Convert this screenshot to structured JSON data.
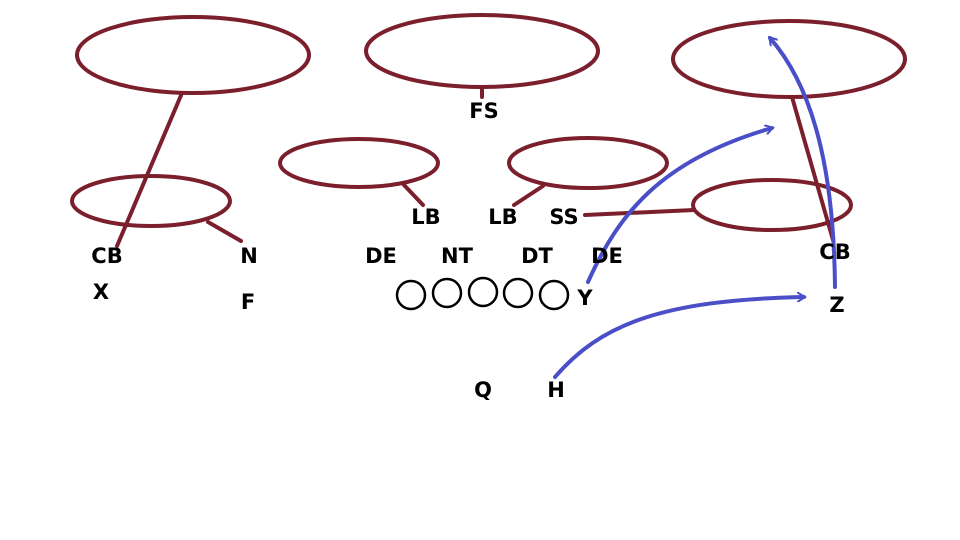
{
  "colors": {
    "coverage": "#7a1f2b",
    "route": "#4a4fc8",
    "text": "#000000",
    "background": "#ffffff"
  },
  "defense": {
    "cb_left": "CB",
    "nickel": "N",
    "free_safety": "FS",
    "lb_left": "LB",
    "lb_right": "LB",
    "strong_safety": "SS",
    "cb_right": "CB",
    "de_left": "DE",
    "nose_tackle": "NT",
    "defensive_tackle": "DT",
    "de_right": "DE"
  },
  "offense": {
    "split_end": "X",
    "fullback": "F",
    "tight_end": "Y",
    "flanker": "Z",
    "quarterback": "Q",
    "halfback": "H",
    "linemen_count": 5
  }
}
